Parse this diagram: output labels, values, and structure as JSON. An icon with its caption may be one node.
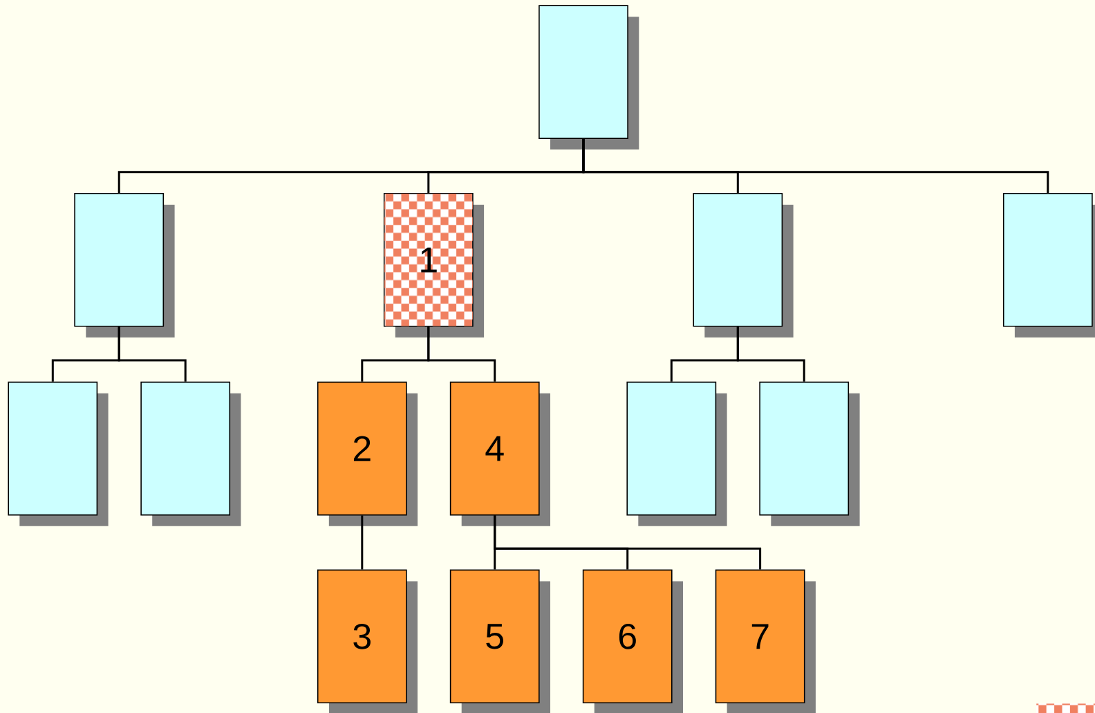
{
  "diagram": {
    "nodes": [
      {
        "text": [],
        "shape": "box"
      },
      {
        "text": [],
        "shape": "box"
      },
      {
        "text": [
          "1"
        ]
      },
      {
        "text": [],
        "shape": "box"
      },
      {
        "text": [],
        "shape": "box"
      },
      {
        "text": [],
        "shape": "box"
      },
      {
        "text": [],
        "shape": "box"
      },
      {
        "text": [
          "2"
        ]
      },
      {
        "text": [
          "4"
        ]
      },
      {
        "text": [],
        "shape": "box"
      },
      {
        "text": [],
        "shape": "box"
      },
      {
        "text": [
          "3"
        ]
      },
      {
        "text": [
          "5"
        ]
      },
      {
        "text": [
          "6"
        ]
      },
      {
        "text": [
          "7"
        ]
      }
    ],
    "edges": [
      {
        "from": 0,
        "to": 1,
        "arrow": "none"
      },
      {
        "from": 0,
        "to": 2,
        "arrow": "none"
      },
      {
        "from": 0,
        "to": 3,
        "arrow": "none"
      },
      {
        "from": 0,
        "to": 4,
        "arrow": "none"
      },
      {
        "from": 1,
        "to": 5,
        "arrow": "none"
      },
      {
        "from": 1,
        "to": 6,
        "arrow": "none"
      },
      {
        "from": 2,
        "to": 7,
        "arrow": "none"
      },
      {
        "from": 2,
        "to": 8,
        "arrow": "none"
      },
      {
        "from": 3,
        "to": 9,
        "arrow": "none"
      },
      {
        "from": 3,
        "to": 10,
        "arrow": "none"
      },
      {
        "from": 7,
        "to": 11,
        "arrow": "none"
      },
      {
        "from": 8,
        "to": 12,
        "arrow": "none"
      },
      {
        "from": 8,
        "to": 13,
        "arrow": "none"
      },
      {
        "from": 8,
        "to": 14,
        "arrow": "none"
      }
    ]
  }
}
